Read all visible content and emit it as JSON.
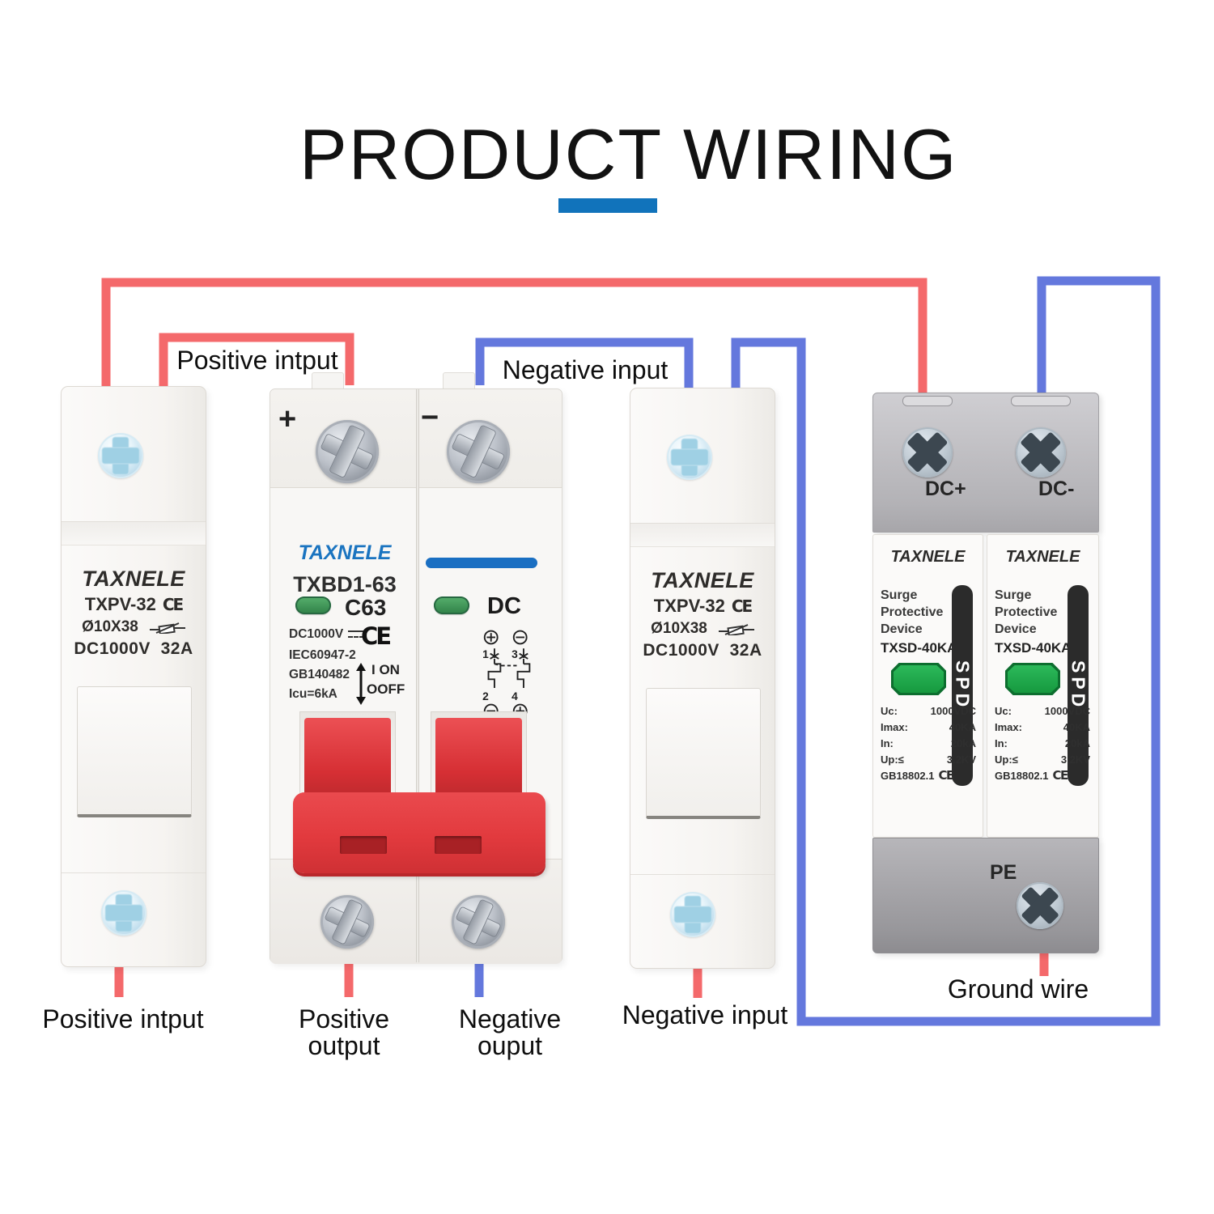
{
  "title": {
    "text": "PRODUCT WIRING"
  },
  "wire_labels": {
    "top_positive": "Positive intput",
    "top_negative": "Negative input",
    "bottom_positive_input": "Positive intput",
    "positive_output_l1": "Positive",
    "positive_output_l2": "output",
    "negative_output_l1": "Negative",
    "negative_output_l2": "ouput",
    "bottom_negative_input": "Negative input",
    "ground_wire": "Ground wire"
  },
  "fuse_holder": {
    "brand": "TAXNELE",
    "model": "TXPV-32",
    "ce_mark": "CE",
    "fuse_size": "Ø10X38",
    "voltage": "DC1000V",
    "current": "32A"
  },
  "breaker": {
    "brand": "TAXNELE",
    "model": "TXBD1-63",
    "curve_rating": "C63",
    "plus": "+",
    "minus": "−",
    "voltage": "DC1000V",
    "standard_iec": "IEC60947-2",
    "standard_gb": "GB140482",
    "breaking_capacity": "Icu=6kA",
    "ce_mark": "CE",
    "on_label": "I ON",
    "off_label": "OOFF",
    "dc_label": "DC",
    "diagram": {
      "n1": "1",
      "n2": "2",
      "n3": "3",
      "n4": "4"
    }
  },
  "spd": {
    "brand": "TAXNELE",
    "device_l1": "Surge",
    "device_l2": "Protective",
    "device_l3": "Device",
    "model": "TXSD-40KA",
    "band": "SPD",
    "specs": [
      {
        "k": "Uc:",
        "v": "1000VDC"
      },
      {
        "k": "Imax:",
        "v": "40KA"
      },
      {
        "k": "In:",
        "v": "20kA"
      },
      {
        "k": "Up:≤",
        "v": "3.2KV"
      }
    ],
    "standard": "GB18802.1",
    "ce_mark": "CE",
    "terminal_dc_plus": "DC+",
    "terminal_dc_minus": "DC-",
    "terminal_pe": "PE"
  },
  "colors": {
    "wire_red": "#f4696b",
    "wire_blue": "#6478dd",
    "title_underline": "#1173bb",
    "brand_blue": "#1a74c0",
    "breaker_stripe": "#1a6fc2",
    "indicator_green": "#3f9e58",
    "spd_green": "#1fa84c",
    "handle_red": "#e23a3e"
  }
}
